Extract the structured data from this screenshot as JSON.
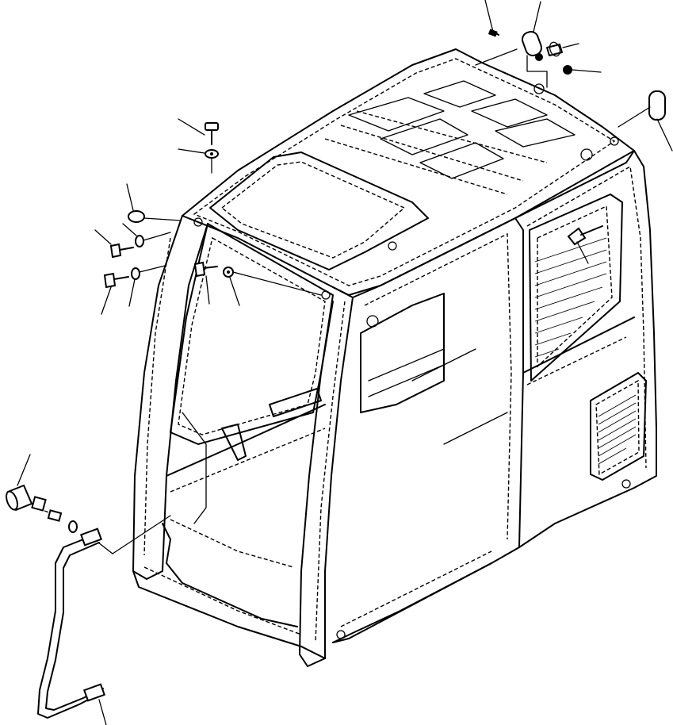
{
  "figure": {
    "type": "exploded parts diagram",
    "subject": "operator cab",
    "parts": [
      {
        "id": "cab-shell",
        "icon": "cab-shell-icon"
      },
      {
        "id": "roof-hatch",
        "icon": "roof-window-icon"
      },
      {
        "id": "front-window-frame",
        "icon": "window-frame-icon"
      },
      {
        "id": "side-window",
        "icon": "side-window-icon"
      },
      {
        "id": "rear-grille",
        "icon": "grille-icon"
      },
      {
        "id": "handrail-pipe",
        "icon": "pipe-icon"
      },
      {
        "id": "spacer-sleeve",
        "icon": "sleeve-icon"
      },
      {
        "id": "cap-bolt",
        "icon": "bolt-icon"
      },
      {
        "id": "flat-washer",
        "icon": "washer-icon"
      },
      {
        "id": "o-ring-seal",
        "icon": "seal-icon"
      },
      {
        "id": "grommet",
        "icon": "grommet-icon"
      }
    ],
    "colors": {
      "line": "#000000",
      "background": "#ffffff"
    }
  }
}
